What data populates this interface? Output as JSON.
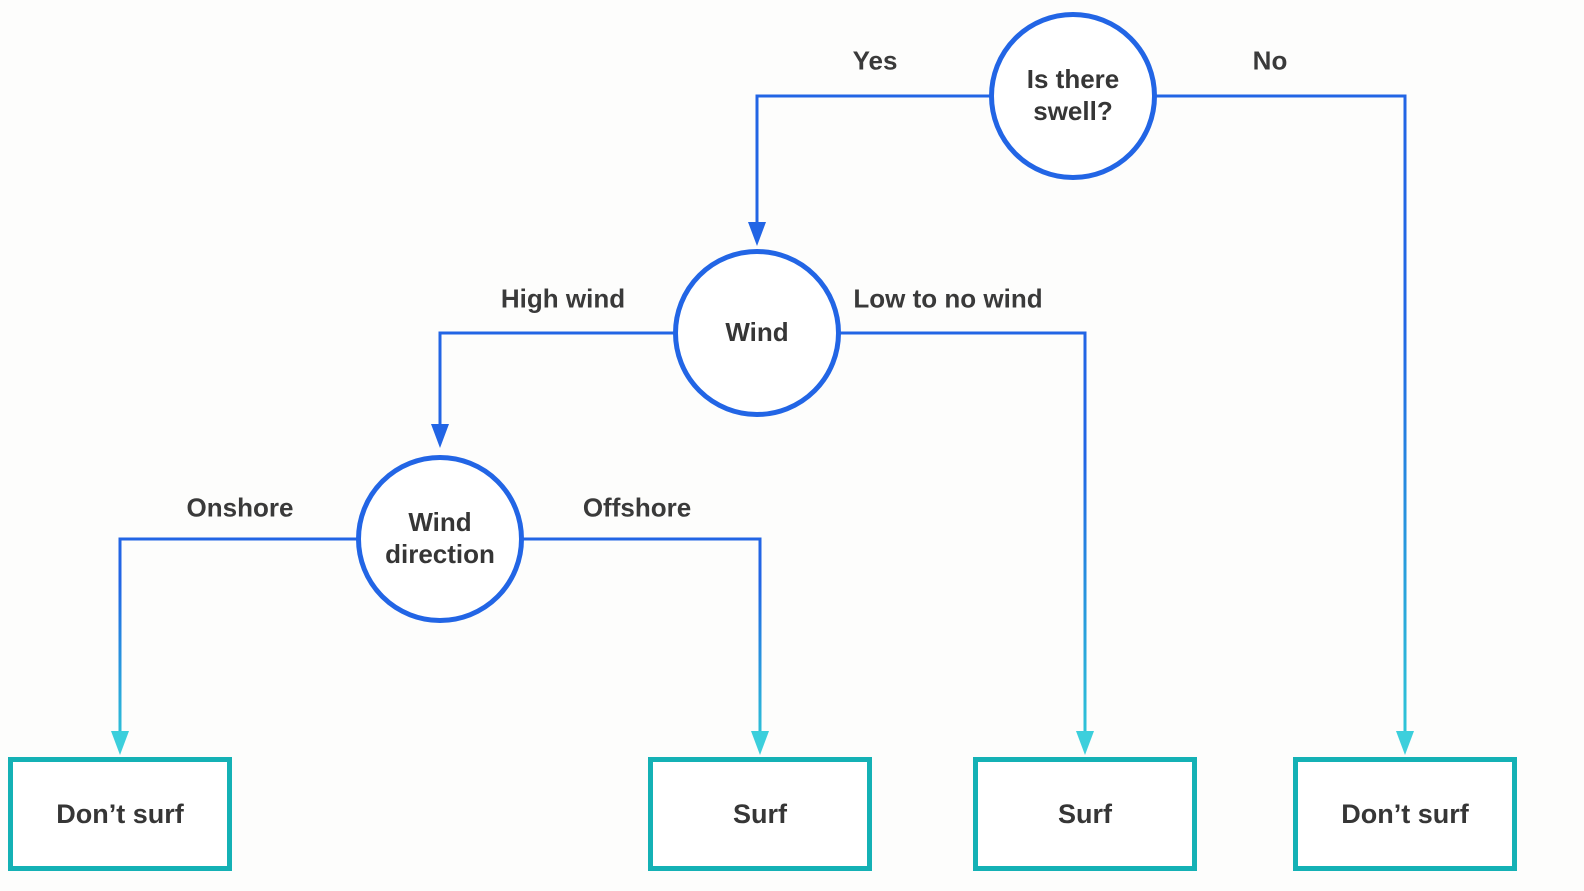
{
  "diagram": {
    "type": "decision-tree",
    "nodes": [
      {
        "id": "is-there-swell",
        "shape": "circle",
        "label": "Is there\nswell?"
      },
      {
        "id": "wind",
        "shape": "circle",
        "label": "Wind"
      },
      {
        "id": "wind-direction",
        "shape": "circle",
        "label": "Wind\ndirection"
      }
    ],
    "edges": [
      {
        "from": "is-there-swell",
        "to": "wind",
        "label": "Yes"
      },
      {
        "from": "is-there-swell",
        "to": "dont-surf-right",
        "label": "No"
      },
      {
        "from": "wind",
        "to": "wind-direction",
        "label": "High wind"
      },
      {
        "from": "wind",
        "to": "surf-mid-right",
        "label": "Low to no wind"
      },
      {
        "from": "wind-direction",
        "to": "dont-surf-left",
        "label": "Onshore"
      },
      {
        "from": "wind-direction",
        "to": "surf-mid-left",
        "label": "Offshore"
      }
    ],
    "leaves": [
      {
        "id": "dont-surf-left",
        "shape": "rectangle",
        "label": "Don’t surf"
      },
      {
        "id": "surf-mid-left",
        "shape": "rectangle",
        "label": "Surf"
      },
      {
        "id": "surf-mid-right",
        "shape": "rectangle",
        "label": "Surf"
      },
      {
        "id": "dont-surf-right",
        "shape": "rectangle",
        "label": "Don’t surf"
      }
    ],
    "colors": {
      "decision_node_stroke": "#2265e5",
      "leaf_node_stroke": "#14b1b5",
      "connector_top": "#2265e5",
      "connector_bottom": "#2fc9d6",
      "arrowhead_blue": "#2265e5",
      "arrowhead_cyan": "#3ccfdc",
      "text": "#363636",
      "background": "#fdfdfc"
    }
  }
}
